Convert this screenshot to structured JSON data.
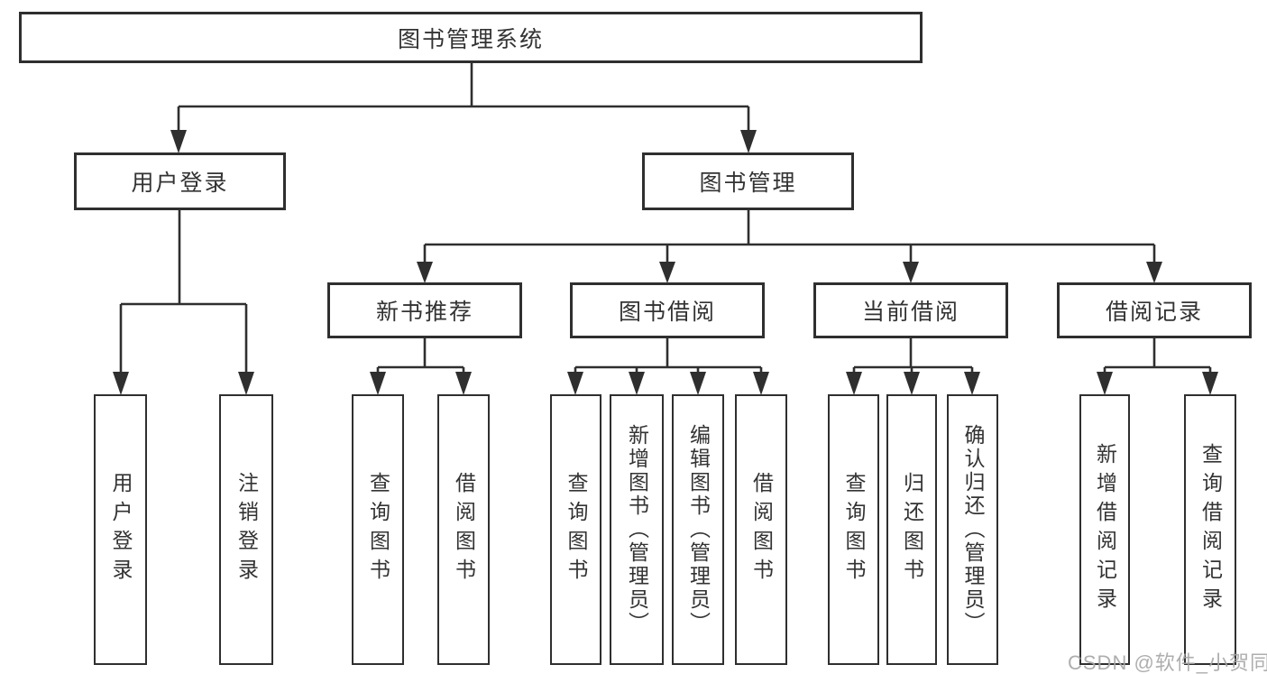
{
  "diagram": {
    "root": {
      "label": "图书管理系统"
    },
    "level2": [
      {
        "label": "用户登录"
      },
      {
        "label": "图书管理"
      }
    ],
    "level3": [
      {
        "label": "新书推荐"
      },
      {
        "label": "图书借阅"
      },
      {
        "label": "当前借阅"
      },
      {
        "label": "借阅记录"
      }
    ],
    "leaves": {
      "user_login": [
        "用户登录",
        "注销登录"
      ],
      "new_book_recommend": [
        "查询图书",
        "借阅图书"
      ],
      "book_borrow": [
        "查询图书",
        "新增图书（管理员）",
        "编辑图书（管理员）",
        "借阅图书"
      ],
      "current_borrow": [
        "查询图书",
        "归还图书",
        "确认归还（管理员）"
      ],
      "borrow_records": [
        "新增借阅记录",
        "查询借阅记录"
      ]
    }
  },
  "watermark": "CSDN @软件_小贺同学",
  "colors": {
    "line": "#2f2f2f",
    "text": "#333333",
    "watermark": "#a5a5a5",
    "background": "#ffffff"
  }
}
